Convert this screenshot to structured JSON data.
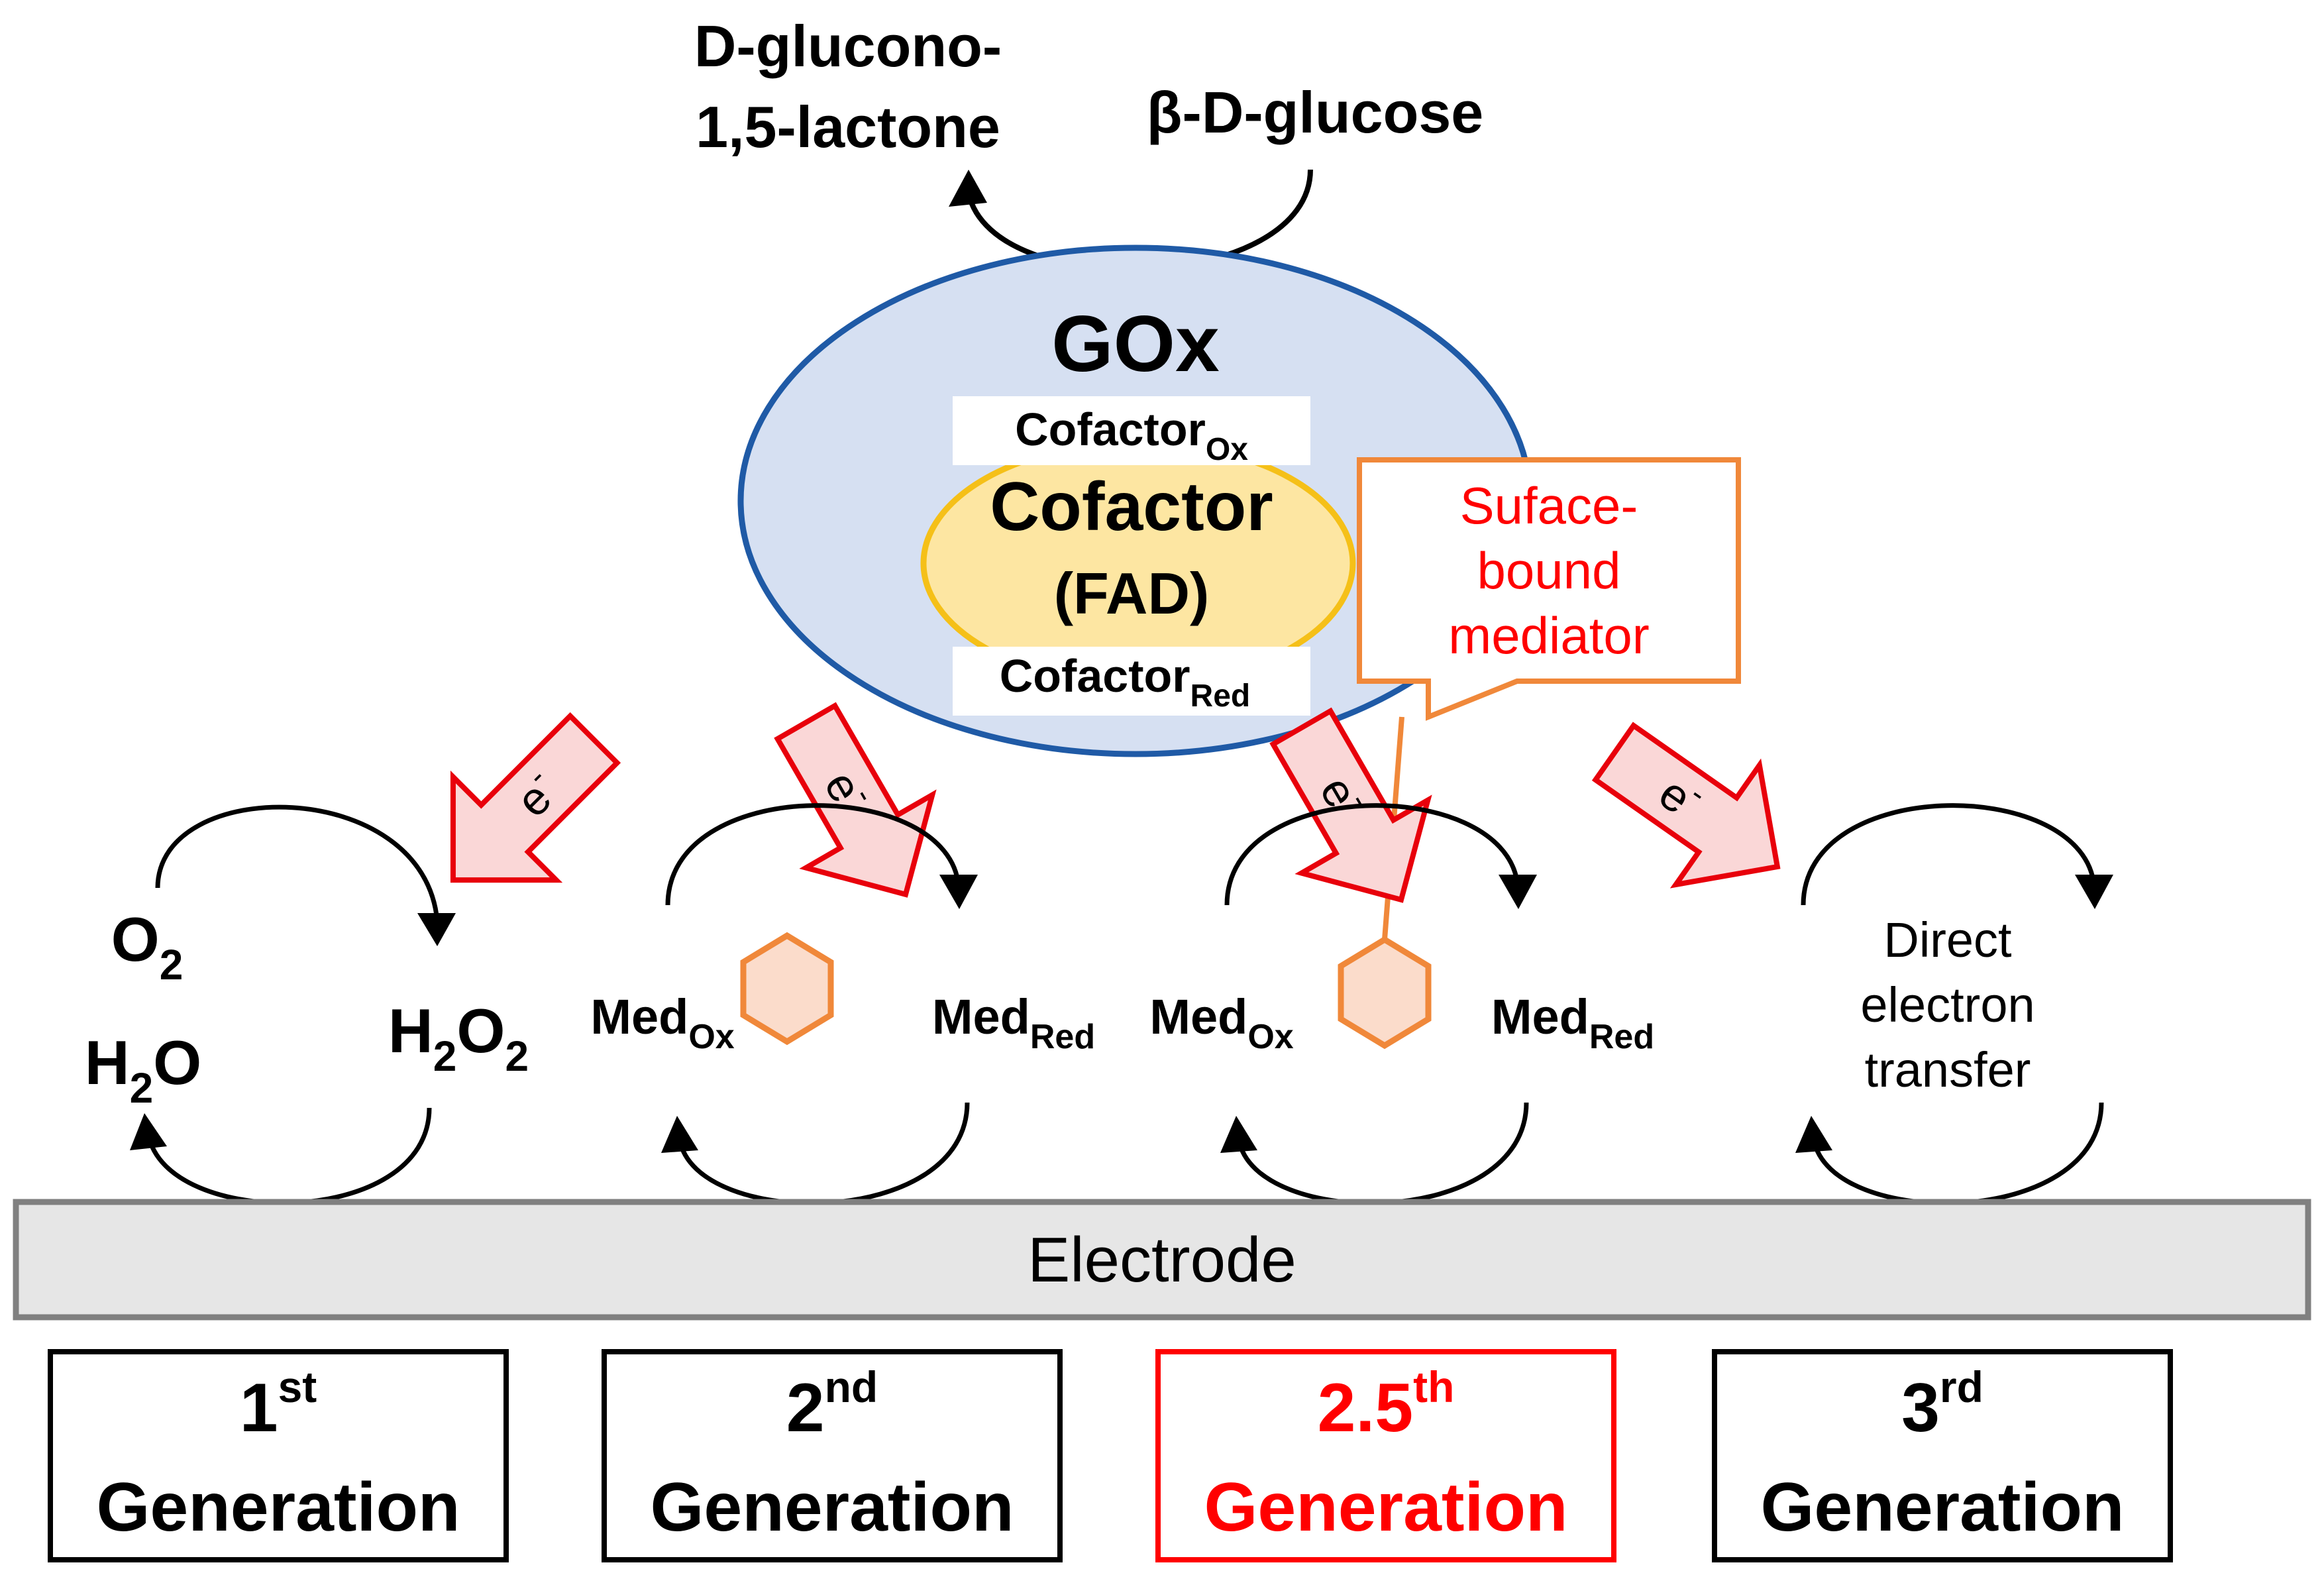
{
  "substrate": {
    "product_line1": "D-glucono-",
    "product_line2": "1,5-lactone",
    "reactant": "β-D-glucose"
  },
  "enzyme": {
    "name": "GOx",
    "cofactor_ox_main": "Cofactor",
    "cofactor_ox_sub": "Ox",
    "cofactor_line1": "Cofactor",
    "cofactor_line2": "(FAD)",
    "cofactor_red_main": "Cofactor",
    "cofactor_red_sub": "Red"
  },
  "callout": {
    "line1": "Suface-",
    "line2": "bound",
    "line3": "mediator"
  },
  "electron_label": "e",
  "electron_charge": "-",
  "first_gen": {
    "o2_main": "O",
    "o2_sub": "2",
    "h2o_h": "H",
    "h2o_sub": "2",
    "h2o_o": "O",
    "h2o2_h": "H",
    "h2o2_sub1": "2",
    "h2o2_o": "O",
    "h2o2_sub2": "2"
  },
  "second_gen": {
    "med_ox_main": "Med",
    "med_ox_sub": "Ox",
    "med_red_main": "Med",
    "med_red_sub": "Red"
  },
  "second_half_gen": {
    "med_ox_main": "Med",
    "med_ox_sub": "Ox",
    "med_red_main": "Med",
    "med_red_sub": "Red"
  },
  "third_gen": {
    "line1": "Direct",
    "line2": "electron",
    "line3": "transfer"
  },
  "electrode_label": "Electrode",
  "generations": [
    {
      "num": "1",
      "sup": "st",
      "word": "Generation",
      "color": "#000000"
    },
    {
      "num": "2",
      "sup": "nd",
      "word": "Generation",
      "color": "#000000"
    },
    {
      "num": "2.5",
      "sup": "th",
      "word": "Generation",
      "color": "#ff0000"
    },
    {
      "num": "3",
      "sup": "rd",
      "word": "Generation",
      "color": "#000000"
    }
  ],
  "colors": {
    "enzyme_fill": "#d6e0f2",
    "enzyme_stroke": "#1f5aa6",
    "cofactor_fill": "#fde6a2",
    "cofactor_stroke": "#f5c018",
    "arrow_fill": "#fad7d7",
    "arrow_stroke": "#e8000b",
    "mediator_fill": "#fbdccb",
    "mediator_stroke": "#f0883a",
    "callout_stroke": "#f0883a",
    "callout_text": "#ff0000",
    "electrode_fill": "#e6e6e6",
    "electrode_stroke": "#808080",
    "highlight": "#ff0000"
  }
}
